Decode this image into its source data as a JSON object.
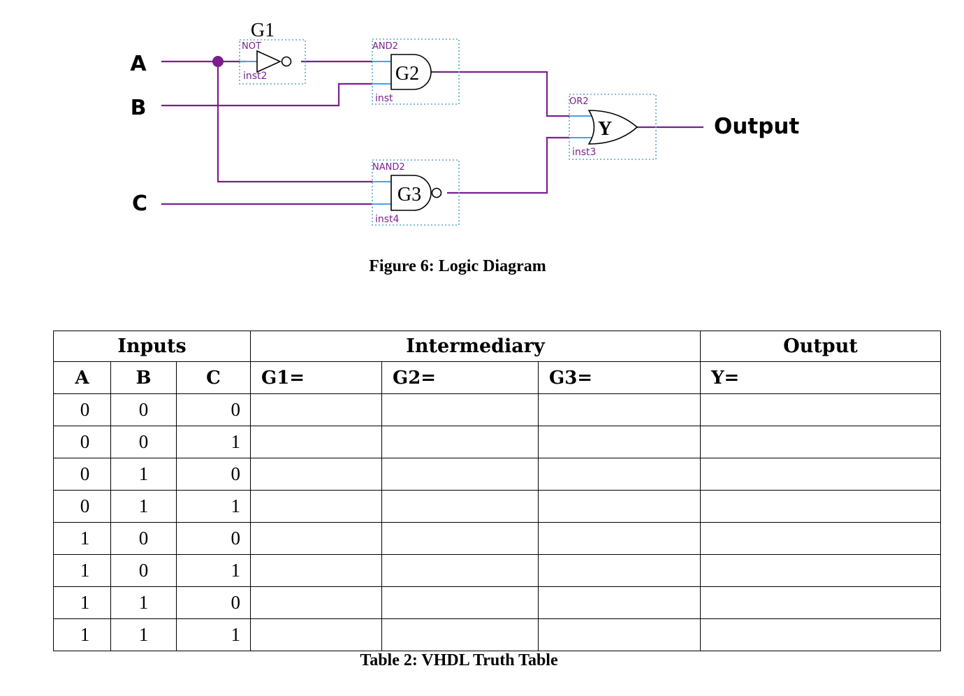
{
  "diagram": {
    "inputs": [
      {
        "id": "A",
        "label": "A"
      },
      {
        "id": "B",
        "label": "B"
      },
      {
        "id": "C",
        "label": "C"
      }
    ],
    "output_label": "Output",
    "gates": [
      {
        "id": "g1",
        "label": "G1",
        "type_label": "NOT",
        "inst": "inst2"
      },
      {
        "id": "g2",
        "label": "G2",
        "type_label": "AND2",
        "inst": "inst"
      },
      {
        "id": "g3",
        "label": "G3",
        "type_label": "NAND2",
        "inst": "inst4"
      },
      {
        "id": "y",
        "label": "Y",
        "type_label": "OR2",
        "inst": "inst3"
      }
    ],
    "colors": {
      "wire": "#7b1f8f",
      "pin": "#4a9fe8",
      "box_border": "#5aa6c8",
      "type_label": "#7b1f8f",
      "gate_stroke": "#000000"
    }
  },
  "figure_caption": "Figure 6: Logic Diagram",
  "table": {
    "groups": {
      "inputs": "Inputs",
      "intermediary": "Intermediary",
      "output": "Output"
    },
    "columns": [
      "A",
      "B",
      "C",
      "G1=",
      "G2=",
      "G3=",
      "Y="
    ],
    "rows": [
      [
        "0",
        "0",
        "0"
      ],
      [
        "0",
        "0",
        "1"
      ],
      [
        "0",
        "1",
        "0"
      ],
      [
        "0",
        "1",
        "1"
      ],
      [
        "1",
        "0",
        "0"
      ],
      [
        "1",
        "0",
        "1"
      ],
      [
        "1",
        "1",
        "0"
      ],
      [
        "1",
        "1",
        "1"
      ]
    ]
  },
  "table_caption": "Table 2: VHDL Truth Table"
}
